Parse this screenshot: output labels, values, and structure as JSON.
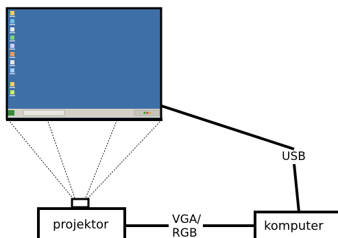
{
  "diagram": {
    "nodes": {
      "projector": {
        "label": "projektor"
      },
      "computer": {
        "label": "komputer"
      },
      "screen": {
        "desktop_color": "#3f6fa7",
        "taskbar_color": "#d4d0c8",
        "desktop_icon_count": 10
      }
    },
    "connections": {
      "usb": {
        "label": "USB"
      },
      "vga": {
        "label_line1": "VGA/",
        "label_line2": "RGB"
      }
    }
  }
}
